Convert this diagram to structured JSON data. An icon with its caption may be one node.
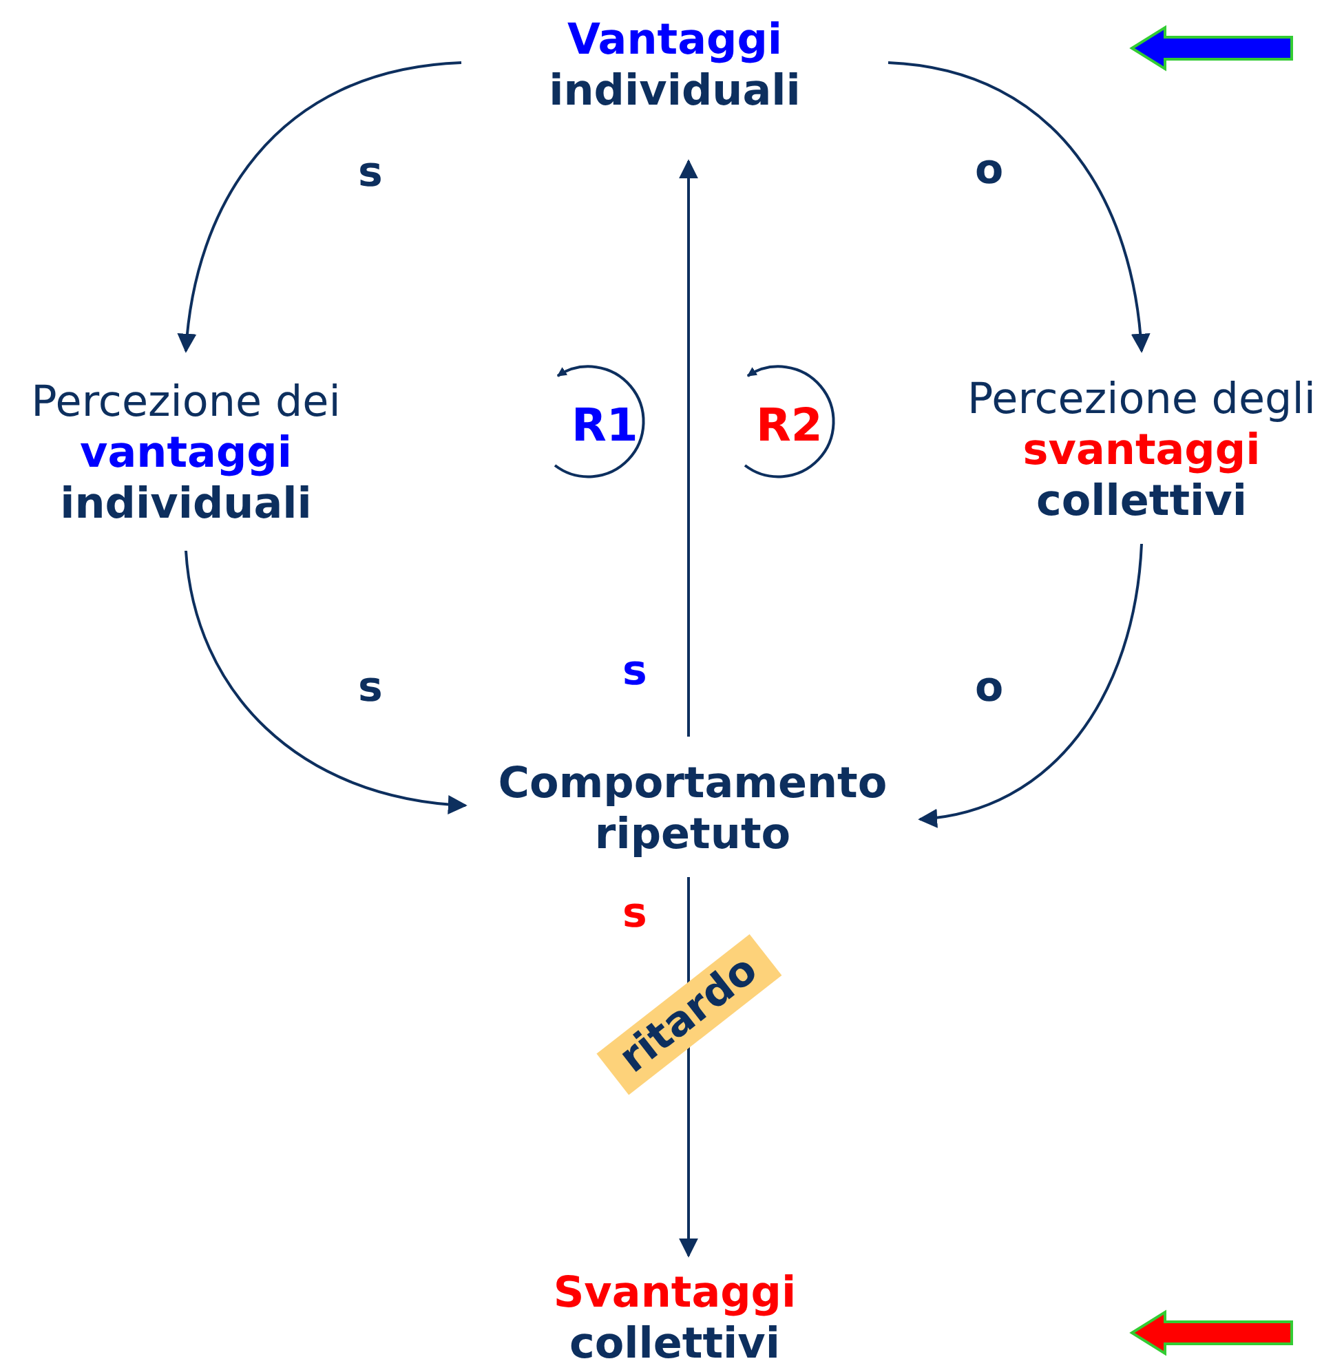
{
  "diagram": {
    "nodes": [
      {
        "text": [
          "Vantaggi",
          "individuali"
        ]
      },
      {
        "text": [
          "Percezione dei",
          "vantaggi",
          "individuali"
        ]
      },
      {
        "text": [
          "Percezione degli",
          "svantaggi",
          "collettivi"
        ]
      },
      {
        "text": [
          "Comportamento ripetuto"
        ]
      },
      {
        "text": [
          "Svantaggi",
          "collettivi"
        ]
      }
    ],
    "edges": [
      {
        "from": 0,
        "to": 1,
        "arrow": "to",
        "label": "s"
      },
      {
        "from": 1,
        "to": 3,
        "arrow": "to",
        "label": "s"
      },
      {
        "from": 0,
        "to": 2,
        "arrow": "to",
        "label": "o"
      },
      {
        "from": 2,
        "to": 3,
        "arrow": "to",
        "label": "o"
      },
      {
        "from": 3,
        "to": 0,
        "arrow": "to",
        "label": "s"
      },
      {
        "from": 3,
        "to": 4,
        "arrow": "to",
        "label": "s"
      }
    ],
    "labels": [
      "R1",
      "R2",
      "ritardo"
    ]
  }
}
